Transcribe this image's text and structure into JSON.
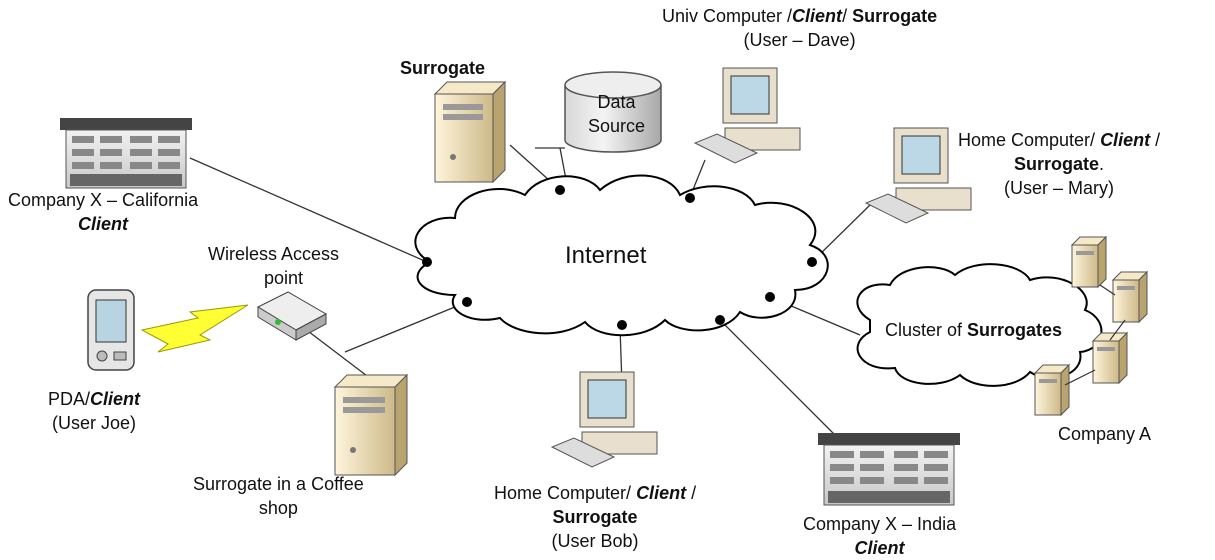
{
  "labels": {
    "internet": "Internet",
    "surrogate_top": "Surrogate",
    "data_source_line1": "Data",
    "data_source_line2": "Source",
    "univ_line1_a": "Univ Computer /",
    "univ_line1_b": "Client",
    "univ_line1_c": "/ ",
    "univ_line1_d": "Surrogate",
    "univ_line2": "(User – Dave)",
    "home_mary_line1_a": "Home Computer/ ",
    "home_mary_line1_b": "Client",
    "home_mary_line1_c": " /",
    "home_mary_line2": "Surrogate",
    "home_mary_line2_b": ".",
    "home_mary_line3": "(User – Mary)",
    "company_ca_line1": "Company X – California",
    "company_ca_line2": "Client",
    "wireless_line1": "Wireless Access",
    "wireless_line2": "point",
    "pda_line1_a": "PDA/",
    "pda_line1_b": "Client",
    "pda_line2": "(User Joe)",
    "coffee_line1": "Surrogate in a Coffee",
    "coffee_line2": "shop",
    "home_bob_line1_a": "Home Computer/ ",
    "home_bob_line1_b": "Client",
    "home_bob_line1_c": " /",
    "home_bob_line2": "Surrogate",
    "home_bob_line3": "(User Bob)",
    "company_india_line1": "Company X – India",
    "company_india_line2": "Client",
    "cluster_a": "Cluster of ",
    "cluster_b": "Surrogates",
    "company_a": "Company A"
  },
  "colors": {
    "cloud_stroke": "#000000",
    "tower_fill": "#e8d7b0",
    "monitor_screen": "#bcd8e6",
    "lightning": "#ffff33"
  }
}
